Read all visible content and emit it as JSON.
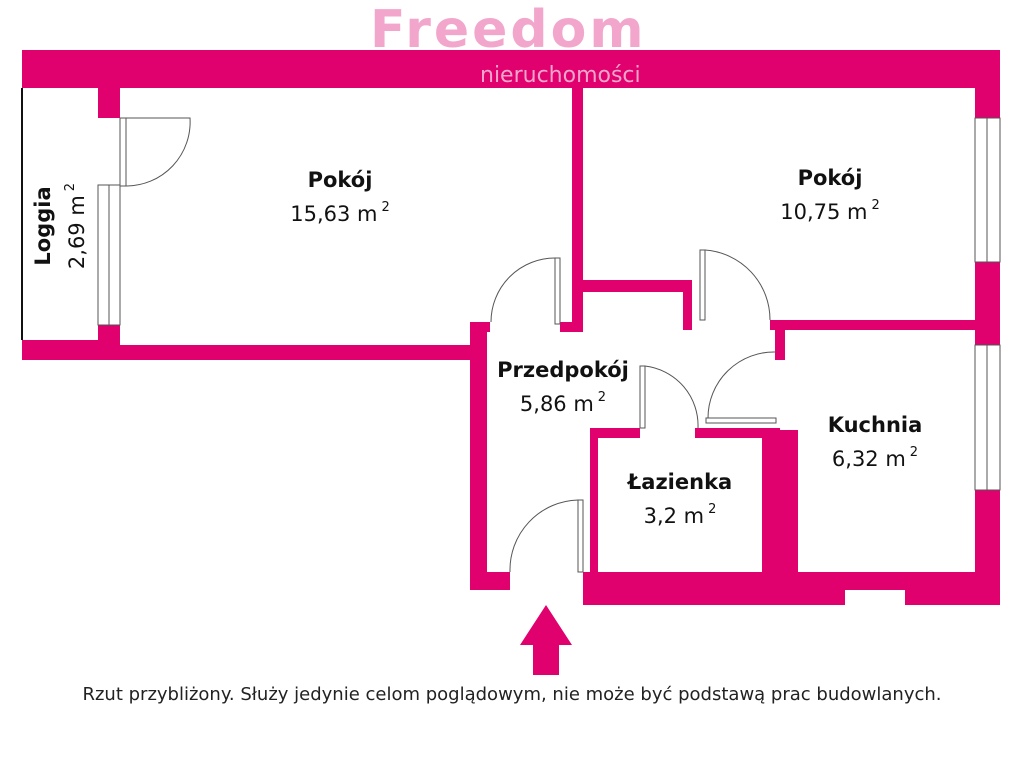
{
  "brand": {
    "name": "Freedom",
    "tagline": "nieruchomości"
  },
  "colors": {
    "wall": "#e0006e",
    "watermark": "#f3a6cc"
  },
  "rooms": [
    {
      "name": "Loggia",
      "area": "2,69 m",
      "unit_sup": "2"
    },
    {
      "name": "Pokój",
      "area": "15,63 m",
      "unit_sup": "2"
    },
    {
      "name": "Pokój",
      "area": "10,75 m",
      "unit_sup": "2"
    },
    {
      "name": "Przedpokój",
      "area": "5,86 m",
      "unit_sup": "2"
    },
    {
      "name": "Łazienka",
      "area": "3,2 m",
      "unit_sup": "2"
    },
    {
      "name": "Kuchnia",
      "area": "6,32 m",
      "unit_sup": "2"
    }
  ],
  "caption": "Rzut przybliżony. Służy jedynie celom poglądowym, nie może być podstawą prac budowlanych.",
  "entrance_icon": "entrance-arrow-icon"
}
